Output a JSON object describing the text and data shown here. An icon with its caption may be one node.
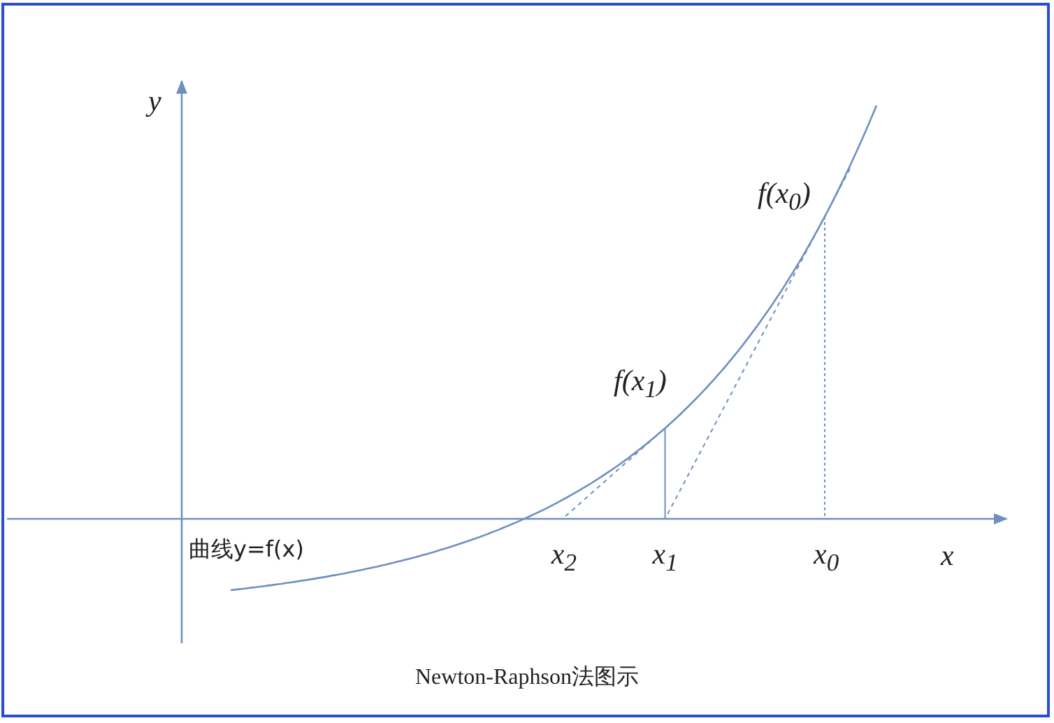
{
  "diagram": {
    "caption": "Newton-Raphson法图示",
    "labels": [
      "y",
      "f(x$_{0}$)",
      "f(x$_{1}$)",
      "曲线y=f(x)",
      "x$_{2}$",
      "x$_{1}$",
      "x$_{0}$",
      "x"
    ]
  }
}
